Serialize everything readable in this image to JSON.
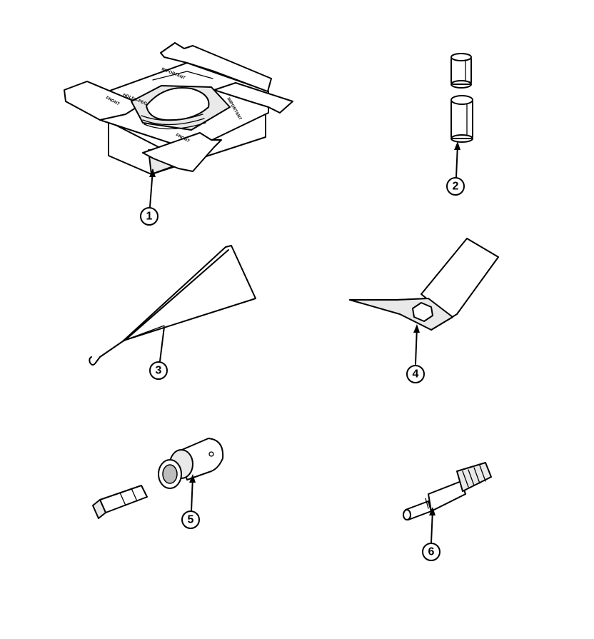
{
  "callouts": [
    {
      "id": "1",
      "label": "1"
    },
    {
      "id": "2",
      "label": "2"
    },
    {
      "id": "3",
      "label": "3"
    },
    {
      "id": "4",
      "label": "4"
    },
    {
      "id": "5",
      "label": "5"
    },
    {
      "id": "6",
      "label": "6"
    }
  ],
  "part_1_markings": {
    "important_a": "IMPORTANT",
    "important_b": "IMPORTANT",
    "front_a": "FRONT",
    "front_b": "FRONT",
    "holds": "HOLDS-PEG"
  },
  "parts": [
    {
      "callout": "1",
      "icon": "drive-block-tool-icon"
    },
    {
      "callout": "2",
      "icon": "pin-sleeves-icon"
    },
    {
      "callout": "3",
      "icon": "wire-hook-tool-icon"
    },
    {
      "callout": "4",
      "icon": "bent-spanner-tool-icon"
    },
    {
      "callout": "5",
      "icon": "socket-and-torx-bit-icon"
    },
    {
      "callout": "6",
      "icon": "spline-shaft-icon"
    }
  ]
}
